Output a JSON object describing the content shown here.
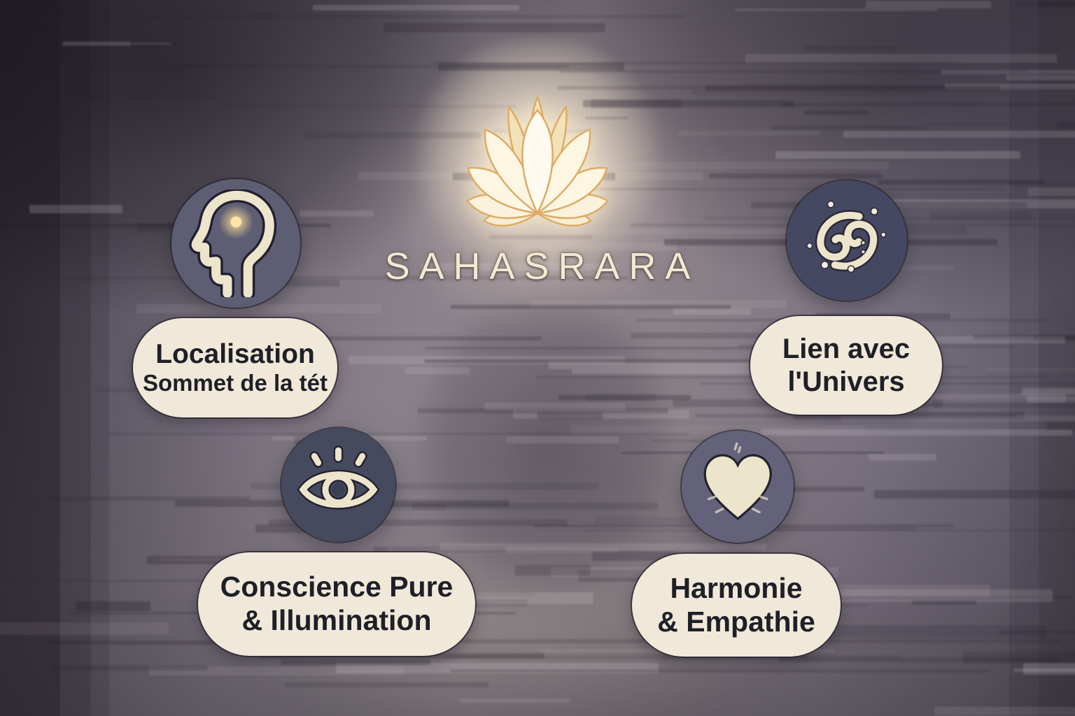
{
  "title": "SAHASRARA",
  "cards": [
    {
      "icon": "head-profile-icon",
      "line1": "Localisation",
      "line2": "Sommet de la tét",
      "circle_color": "#5d5e74"
    },
    {
      "icon": "galaxy-icon",
      "line1": "Lien avec",
      "line2": "l'Univers",
      "circle_color": "#454862"
    },
    {
      "icon": "third-eye-icon",
      "line1": "Conscience Pure",
      "line2": "& Illumination",
      "circle_color": "#454a5e"
    },
    {
      "icon": "heart-icon",
      "line1": "Harmonie",
      "line2": "& Empathie",
      "circle_color": "#63627a"
    }
  ],
  "colors": {
    "title_color": "#f2e9d3",
    "pill_bg": "#f0e9da",
    "pill_text": "#1f1f27",
    "icon_stroke": "#ece5cc",
    "lotus_petal": "#fdf6e3",
    "lotus_outline": "#ddab64",
    "glow": "#ffe9ad"
  }
}
